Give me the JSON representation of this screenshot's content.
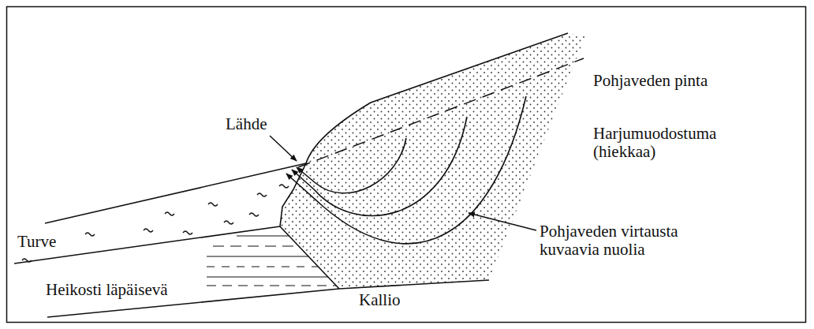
{
  "diagram": {
    "labels": [
      "Lähde",
      "Pohjaveden pinta",
      "Harjumuodostuma (hiekkaa)",
      "Turve",
      "Heikosti läpäisevä",
      "Kallio",
      "Pohjaveden virtausta kuvaavia nuolia"
    ]
  }
}
